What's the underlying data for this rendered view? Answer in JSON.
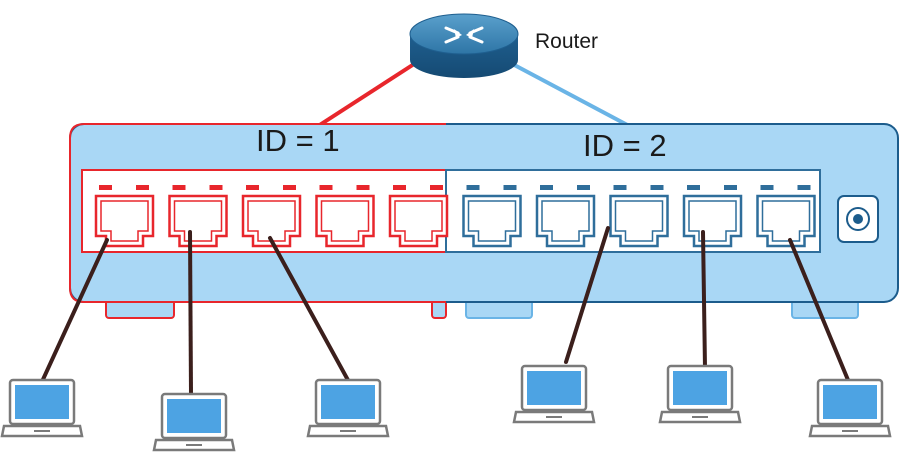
{
  "router": {
    "label": "Router",
    "icon": "router-icon"
  },
  "vlans": [
    {
      "id_label": "ID = 1",
      "color": "#e8262c",
      "ports": 5
    },
    {
      "id_label": "ID = 2",
      "color": "#6ab4e6",
      "ports": 5
    }
  ],
  "links": {
    "uplink_vlan1_color": "#e8262c",
    "uplink_vlan2_color": "#6ab4e6",
    "cable_color": "#3b1f1c"
  },
  "colors": {
    "switch_fill": "#a9d7f5",
    "switch_border_blue": "#1c5c8c",
    "port_border_blue": "#2f6e9b",
    "laptop_screen": "#4da3e3",
    "laptop_frame": "#7a7a7a"
  },
  "hosts": [
    {
      "vlan": 1,
      "port": 1,
      "icon": "laptop-icon"
    },
    {
      "vlan": 1,
      "port": 2,
      "icon": "laptop-icon"
    },
    {
      "vlan": 1,
      "port": 3,
      "icon": "laptop-icon"
    },
    {
      "vlan": 2,
      "port": 8,
      "icon": "laptop-icon"
    },
    {
      "vlan": 2,
      "port": 9,
      "icon": "laptop-icon"
    },
    {
      "vlan": 2,
      "port": 10,
      "icon": "laptop-icon"
    }
  ]
}
